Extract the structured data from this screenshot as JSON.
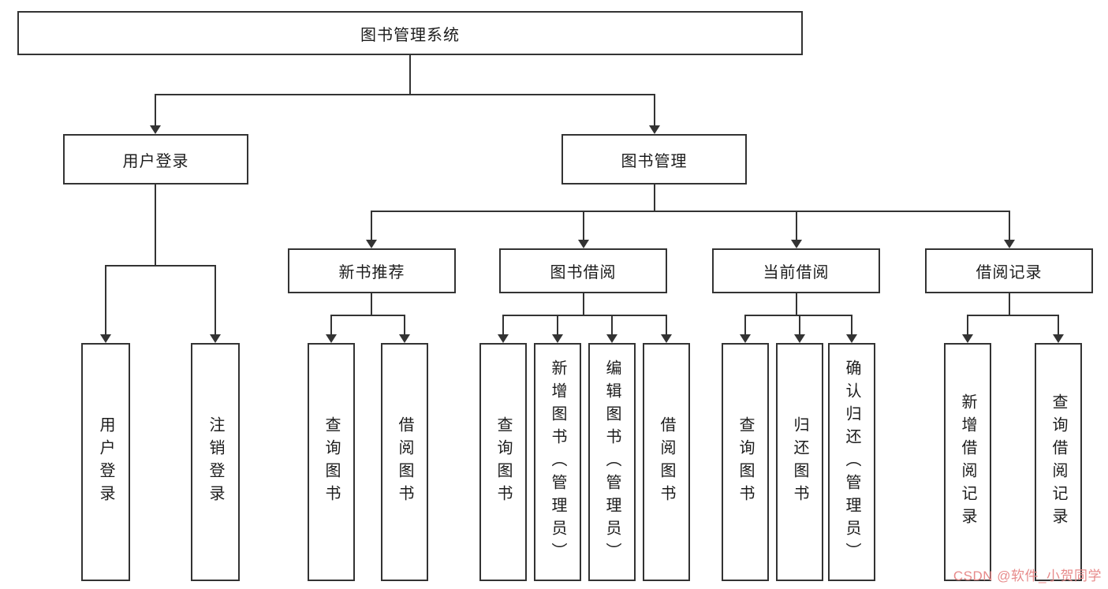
{
  "nodes": {
    "root": "图书管理系统",
    "user_login": "用户登录",
    "book_mgmt": "图书管理",
    "new_book_recommend": "新书推荐",
    "book_borrow": "图书借阅",
    "current_borrow": "当前借阅",
    "borrow_records": "借阅记录",
    "ul_user_login": "用户登录",
    "ul_logout": "注销登录",
    "nb_query_books": "查询图书",
    "nb_borrow_books": "借阅图书",
    "bb_query_books": "查询图书",
    "bb_add_books_admin": "新增图书（管理员）",
    "bb_edit_books_admin": "编辑图书（管理员）",
    "bb_borrow_books": "借阅图书",
    "cb_query_books": "查询图书",
    "cb_return_books": "归还图书",
    "cb_confirm_return_admin": "确认归还（管理员）",
    "br_add_record": "新增借阅记录",
    "br_query_record": "查询借阅记录"
  },
  "watermark": {
    "text": "CSDN @软件_小贺同学",
    "color": "#e78b8b"
  },
  "colors": {
    "line": "#333333",
    "text": "#1c1c1c",
    "background": "#ffffff"
  }
}
